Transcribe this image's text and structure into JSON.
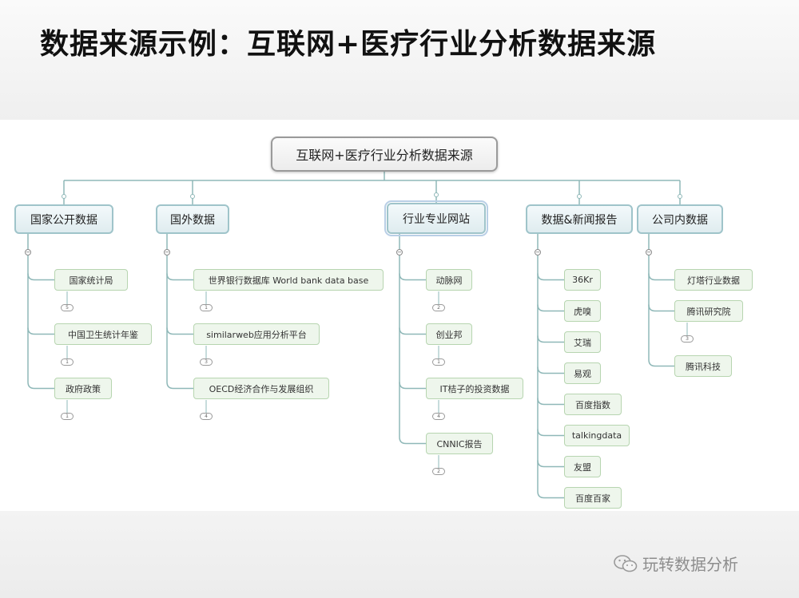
{
  "slide": {
    "title": "数据来源示例：互联网+医疗行业分析数据来源"
  },
  "mindmap": {
    "root": "互联网+医疗行业分析数据来源",
    "branches": [
      {
        "label": "国家公开数据",
        "items": [
          {
            "label": "国家统计局",
            "badge": "5"
          },
          {
            "label": "中国卫生统计年鉴",
            "badge": "1"
          },
          {
            "label": "政府政策",
            "badge": "1"
          }
        ]
      },
      {
        "label": "国外数据",
        "items": [
          {
            "label": "世界银行数据库 World bank data base",
            "badge": "1"
          },
          {
            "label": "similarweb应用分析平台",
            "badge": "3"
          },
          {
            "label": "OECD经济合作与发展组织",
            "badge": "4"
          }
        ]
      },
      {
        "label": "行业专业网站",
        "items": [
          {
            "label": "动脉网",
            "badge": "2"
          },
          {
            "label": "创业邦",
            "badge": "1"
          },
          {
            "label": "IT桔子的投资数据",
            "badge": "4"
          },
          {
            "label": "CNNIC报告",
            "badge": "2"
          }
        ]
      },
      {
        "label": "数据&新闻报告",
        "items": [
          {
            "label": "36Kr",
            "badge": ""
          },
          {
            "label": "虎嗅",
            "badge": ""
          },
          {
            "label": "艾瑞",
            "badge": ""
          },
          {
            "label": "易观",
            "badge": ""
          },
          {
            "label": "百度指数",
            "badge": ""
          },
          {
            "label": "talkingdata",
            "badge": ""
          },
          {
            "label": "友盟",
            "badge": ""
          },
          {
            "label": "百度百家",
            "badge": ""
          }
        ]
      },
      {
        "label": "公司内数据",
        "items": [
          {
            "label": "灯塔行业数据",
            "badge": ""
          },
          {
            "label": "腾讯研究院",
            "badge": "3"
          },
          {
            "label": "腾讯科技",
            "badge": ""
          }
        ]
      }
    ],
    "collapse_symbol": "−"
  },
  "watermark": {
    "text": "玩转数据分析",
    "icon": "wechat-icon"
  },
  "colors": {
    "line": "#8fb8b8",
    "branch_border": "#9fc4ca",
    "leaf_border": "#b7d5b0",
    "leaf_fill": "#eef6ec"
  }
}
